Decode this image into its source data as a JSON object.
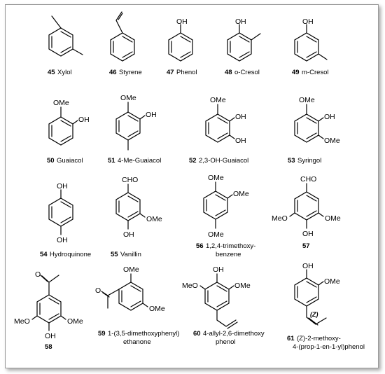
{
  "compounds": [
    {
      "number": "45",
      "name": "Xylol"
    },
    {
      "number": "46",
      "name": "Styrene"
    },
    {
      "number": "47",
      "name": "Phenol"
    },
    {
      "number": "48",
      "name": "o-Cresol"
    },
    {
      "number": "49",
      "name": "m-Cresol"
    },
    {
      "number": "50",
      "name": "Guaiacol"
    },
    {
      "number": "51",
      "name": "4-Me-Guaiacol"
    },
    {
      "number": "52",
      "name": "2,3-OH-Guaiacol"
    },
    {
      "number": "53",
      "name": "Syringol"
    },
    {
      "number": "54",
      "name": "Hydroquinone"
    },
    {
      "number": "55",
      "name": "Vanillin"
    },
    {
      "number": "56",
      "name": "1,2,4-trimethoxy-",
      "name2": "benzene"
    },
    {
      "number": "57",
      "name": ""
    },
    {
      "number": "58",
      "name": ""
    },
    {
      "number": "59",
      "name": "1-(3,5-dimethoxyphenyl)",
      "name2": "ethanone"
    },
    {
      "number": "60",
      "name": "4-allyl-2,6-dimethoxy",
      "name2": "phenol"
    },
    {
      "number": "61",
      "name": "(Z)-2-methoxy-",
      "name2": "4-(prop-1-en-1-yl)phenol"
    }
  ],
  "atom_labels": {
    "oh": "OH",
    "ome": "OMe",
    "meo": "MeO",
    "cho": "CHO",
    "o": "O",
    "z": "(Z)"
  }
}
